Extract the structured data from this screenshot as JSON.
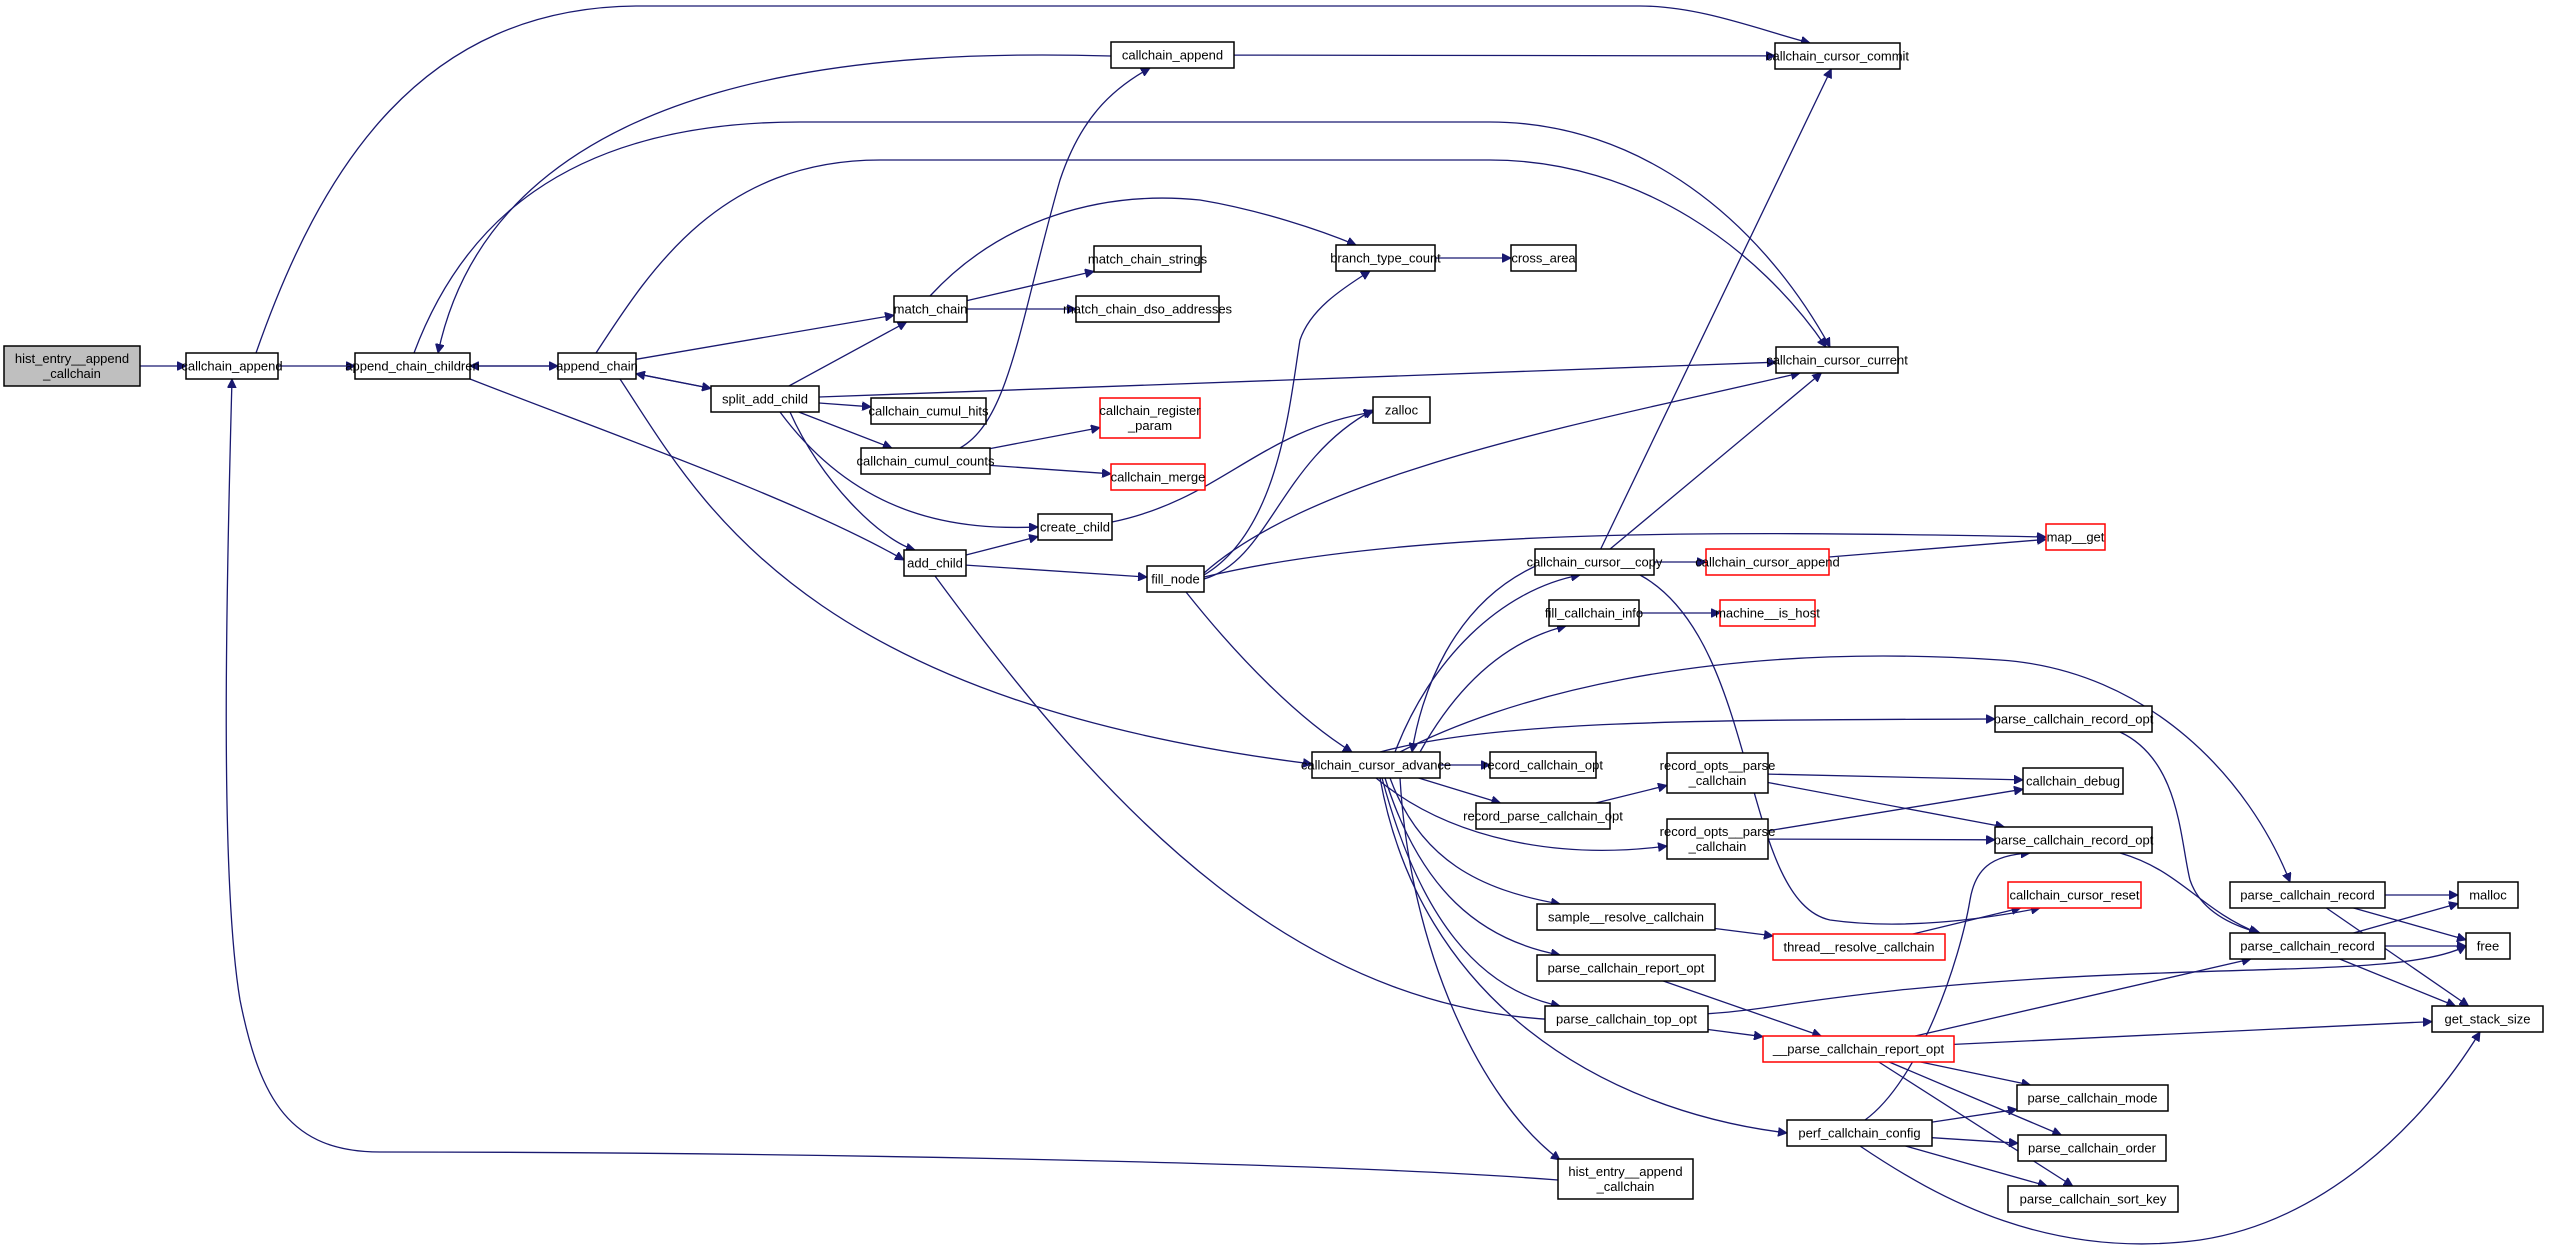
{
  "title": "hist_entry__append_callchain call graph",
  "colors": {
    "edge": "#191970",
    "root_fill": "#bfbfbf",
    "node_border": "#000000",
    "external_border": "#ff0000",
    "background": "#ffffff"
  },
  "nodes": [
    {
      "id": "root",
      "label": [
        "hist_entry__append",
        "_callchain"
      ],
      "kind": "root"
    },
    {
      "id": "callchain_append_1",
      "label": [
        "callchain_append"
      ],
      "kind": "normal"
    },
    {
      "id": "append_chain_children",
      "label": [
        "append_chain_children"
      ],
      "kind": "normal"
    },
    {
      "id": "append_chain",
      "label": [
        "append_chain"
      ],
      "kind": "normal"
    },
    {
      "id": "split_add_child",
      "label": [
        "split_add_child"
      ],
      "kind": "normal"
    },
    {
      "id": "match_chain",
      "label": [
        "match_chain"
      ],
      "kind": "normal"
    },
    {
      "id": "match_chain_strings",
      "label": [
        "match_chain_strings"
      ],
      "kind": "normal"
    },
    {
      "id": "match_chain_dso_addresses",
      "label": [
        "match_chain_dso_addresses"
      ],
      "kind": "normal"
    },
    {
      "id": "callchain_append_2",
      "label": [
        "callchain_append"
      ],
      "kind": "normal"
    },
    {
      "id": "callchain_cursor_commit",
      "label": [
        "callchain_cursor_commit"
      ],
      "kind": "normal"
    },
    {
      "id": "branch_type_count",
      "label": [
        "branch_type_count"
      ],
      "kind": "normal"
    },
    {
      "id": "cross_area",
      "label": [
        "cross_area"
      ],
      "kind": "normal"
    },
    {
      "id": "callchain_cursor_current",
      "label": [
        "callchain_cursor_current"
      ],
      "kind": "normal"
    },
    {
      "id": "zalloc",
      "label": [
        "zalloc"
      ],
      "kind": "normal"
    },
    {
      "id": "callchain_cumul_hits",
      "label": [
        "callchain_cumul_hits"
      ],
      "kind": "normal"
    },
    {
      "id": "callchain_register_param",
      "label": [
        "callchain_register",
        "_param"
      ],
      "kind": "external"
    },
    {
      "id": "callchain_cumul_counts",
      "label": [
        "callchain_cumul_counts"
      ],
      "kind": "normal"
    },
    {
      "id": "callchain_merge",
      "label": [
        "callchain_merge"
      ],
      "kind": "external"
    },
    {
      "id": "create_child",
      "label": [
        "create_child"
      ],
      "kind": "normal"
    },
    {
      "id": "add_child",
      "label": [
        "add_child"
      ],
      "kind": "normal"
    },
    {
      "id": "fill_node",
      "label": [
        "fill_node"
      ],
      "kind": "normal"
    },
    {
      "id": "map__get",
      "label": [
        "map__get"
      ],
      "kind": "external"
    },
    {
      "id": "callchain_cursor__copy",
      "label": [
        "callchain_cursor__copy"
      ],
      "kind": "normal"
    },
    {
      "id": "callchain_cursor_append",
      "label": [
        "callchain_cursor_append"
      ],
      "kind": "external"
    },
    {
      "id": "fill_callchain_info",
      "label": [
        "fill_callchain_info"
      ],
      "kind": "normal"
    },
    {
      "id": "machine__is_host",
      "label": [
        "machine__is_host"
      ],
      "kind": "external"
    },
    {
      "id": "callchain_cursor_advance",
      "label": [
        "callchain_cursor_advance"
      ],
      "kind": "normal"
    },
    {
      "id": "record_callchain_opt",
      "label": [
        "record_callchain_opt"
      ],
      "kind": "normal"
    },
    {
      "id": "record_parse_callchain_opt",
      "label": [
        "record_parse_callchain_opt"
      ],
      "kind": "normal"
    },
    {
      "id": "record_opts__parse_callchain_1",
      "label": [
        "record_opts__parse",
        "_callchain"
      ],
      "kind": "normal"
    },
    {
      "id": "record_opts__parse_callchain_2",
      "label": [
        "record_opts__parse",
        "_callchain"
      ],
      "kind": "normal"
    },
    {
      "id": "parse_callchain_record_opt_1",
      "label": [
        "parse_callchain_record_opt"
      ],
      "kind": "normal"
    },
    {
      "id": "callchain_debug",
      "label": [
        "callchain_debug"
      ],
      "kind": "normal"
    },
    {
      "id": "parse_callchain_record_opt_2",
      "label": [
        "parse_callchain_record_opt"
      ],
      "kind": "normal"
    },
    {
      "id": "callchain_cursor_reset",
      "label": [
        "callchain_cursor_reset"
      ],
      "kind": "external"
    },
    {
      "id": "parse_callchain_record_1",
      "label": [
        "parse_callchain_record"
      ],
      "kind": "normal"
    },
    {
      "id": "parse_callchain_record_2",
      "label": [
        "parse_callchain_record"
      ],
      "kind": "normal"
    },
    {
      "id": "malloc",
      "label": [
        "malloc"
      ],
      "kind": "normal"
    },
    {
      "id": "free",
      "label": [
        "free"
      ],
      "kind": "normal"
    },
    {
      "id": "get_stack_size",
      "label": [
        "get_stack_size"
      ],
      "kind": "normal"
    },
    {
      "id": "sample__resolve_callchain",
      "label": [
        "sample__resolve_callchain"
      ],
      "kind": "normal"
    },
    {
      "id": "thread__resolve_callchain",
      "label": [
        "thread__resolve_callchain"
      ],
      "kind": "external"
    },
    {
      "id": "parse_callchain_report_opt",
      "label": [
        "parse_callchain_report_opt"
      ],
      "kind": "normal"
    },
    {
      "id": "parse_callchain_top_opt",
      "label": [
        "parse_callchain_top_opt"
      ],
      "kind": "normal"
    },
    {
      "id": "__parse_callchain_report_opt",
      "label": [
        "__parse_callchain_report_opt"
      ],
      "kind": "external"
    },
    {
      "id": "parse_callchain_mode",
      "label": [
        "parse_callchain_mode"
      ],
      "kind": "normal"
    },
    {
      "id": "perf_callchain_config",
      "label": [
        "perf_callchain_config"
      ],
      "kind": "normal"
    },
    {
      "id": "parse_callchain_order",
      "label": [
        "parse_callchain_order"
      ],
      "kind": "normal"
    },
    {
      "id": "parse_callchain_sort_key",
      "label": [
        "parse_callchain_sort_key"
      ],
      "kind": "normal"
    },
    {
      "id": "hist_entry__append_callchain_2",
      "label": [
        "hist_entry__append",
        "_callchain"
      ],
      "kind": "normal"
    }
  ],
  "edges": [
    [
      "root",
      "callchain_append_1"
    ],
    [
      "callchain_append_1",
      "append_chain_children"
    ],
    [
      "callchain_append_1",
      "callchain_cursor_commit"
    ],
    [
      "append_chain_children",
      "append_chain"
    ],
    [
      "append_chain_children",
      "callchain_cursor_current"
    ],
    [
      "append_chain_children",
      "add_child"
    ],
    [
      "append_chain",
      "append_chain_children"
    ],
    [
      "append_chain",
      "match_chain"
    ],
    [
      "append_chain",
      "split_add_child"
    ],
    [
      "append_chain",
      "callchain_cursor_current"
    ],
    [
      "append_chain",
      "callchain_cursor_advance"
    ],
    [
      "split_add_child",
      "append_chain"
    ],
    [
      "split_add_child",
      "match_chain"
    ],
    [
      "split_add_child",
      "callchain_cursor_current"
    ],
    [
      "split_add_child",
      "callchain_cumul_hits"
    ],
    [
      "split_add_child",
      "callchain_cumul_counts"
    ],
    [
      "split_add_child",
      "create_child"
    ],
    [
      "split_add_child",
      "add_child"
    ],
    [
      "match_chain",
      "match_chain_strings"
    ],
    [
      "match_chain",
      "match_chain_dso_addresses"
    ],
    [
      "match_chain",
      "branch_type_count"
    ],
    [
      "callchain_cumul_counts",
      "callchain_register_param"
    ],
    [
      "callchain_cumul_counts",
      "callchain_merge"
    ],
    [
      "callchain_cumul_counts",
      "callchain_append_2"
    ],
    [
      "callchain_append_2",
      "append_chain_children"
    ],
    [
      "callchain_append_2",
      "callchain_cursor_commit"
    ],
    [
      "branch_type_count",
      "cross_area"
    ],
    [
      "create_child",
      "zalloc"
    ],
    [
      "add_child",
      "create_child"
    ],
    [
      "add_child",
      "fill_node"
    ],
    [
      "add_child",
      "free"
    ],
    [
      "fill_node",
      "zalloc"
    ],
    [
      "fill_node",
      "branch_type_count"
    ],
    [
      "fill_node",
      "callchain_cursor_current"
    ],
    [
      "fill_node",
      "map__get"
    ],
    [
      "fill_node",
      "callchain_cursor_advance"
    ],
    [
      "callchain_cursor__copy",
      "callchain_cursor_commit"
    ],
    [
      "callchain_cursor__copy",
      "callchain_cursor_current"
    ],
    [
      "callchain_cursor__copy",
      "callchain_cursor_append"
    ],
    [
      "callchain_cursor__copy",
      "callchain_cursor_advance"
    ],
    [
      "callchain_cursor__copy",
      "callchain_cursor_reset"
    ],
    [
      "callchain_cursor_append",
      "map__get"
    ],
    [
      "fill_callchain_info",
      "machine__is_host"
    ],
    [
      "callchain_cursor_advance",
      "callchain_cursor__copy"
    ],
    [
      "callchain_cursor_advance",
      "fill_callchain_info"
    ],
    [
      "callchain_cursor_advance",
      "record_callchain_opt"
    ],
    [
      "callchain_cursor_advance",
      "record_parse_callchain_opt"
    ],
    [
      "callchain_cursor_advance",
      "record_opts__parse_callchain_2"
    ],
    [
      "callchain_cursor_advance",
      "parse_callchain_record_opt_1"
    ],
    [
      "callchain_cursor_advance",
      "parse_callchain_record_1"
    ],
    [
      "callchain_cursor_advance",
      "sample__resolve_callchain"
    ],
    [
      "callchain_cursor_advance",
      "parse_callchain_report_opt"
    ],
    [
      "callchain_cursor_advance",
      "parse_callchain_top_opt"
    ],
    [
      "callchain_cursor_advance",
      "perf_callchain_config"
    ],
    [
      "callchain_cursor_advance",
      "hist_entry__append_callchain_2"
    ],
    [
      "record_parse_callchain_opt",
      "record_opts__parse_callchain_1"
    ],
    [
      "record_opts__parse_callchain_1",
      "callchain_debug"
    ],
    [
      "record_opts__parse_callchain_1",
      "parse_callchain_record_opt_2"
    ],
    [
      "record_opts__parse_callchain_2",
      "callchain_debug"
    ],
    [
      "record_opts__parse_callchain_2",
      "parse_callchain_record_opt_2"
    ],
    [
      "parse_callchain_record_opt_1",
      "parse_callchain_record_2"
    ],
    [
      "parse_callchain_record_opt_2",
      "parse_callchain_record_2"
    ],
    [
      "parse_callchain_record_1",
      "malloc"
    ],
    [
      "parse_callchain_record_1",
      "free"
    ],
    [
      "parse_callchain_record_1",
      "get_stack_size"
    ],
    [
      "parse_callchain_record_2",
      "malloc"
    ],
    [
      "parse_callchain_record_2",
      "free"
    ],
    [
      "parse_callchain_record_2",
      "get_stack_size"
    ],
    [
      "sample__resolve_callchain",
      "thread__resolve_callchain"
    ],
    [
      "thread__resolve_callchain",
      "callchain_cursor_reset"
    ],
    [
      "parse_callchain_report_opt",
      "__parse_callchain_report_opt"
    ],
    [
      "parse_callchain_top_opt",
      "__parse_callchain_report_opt"
    ],
    [
      "__parse_callchain_report_opt",
      "parse_callchain_record_2"
    ],
    [
      "__parse_callchain_report_opt",
      "get_stack_size"
    ],
    [
      "__parse_callchain_report_opt",
      "parse_callchain_mode"
    ],
    [
      "__parse_callchain_report_opt",
      "parse_callchain_order"
    ],
    [
      "__parse_callchain_report_opt",
      "parse_callchain_sort_key"
    ],
    [
      "perf_callchain_config",
      "parse_callchain_record_opt_2"
    ],
    [
      "perf_callchain_config",
      "parse_callchain_mode"
    ],
    [
      "perf_callchain_config",
      "parse_callchain_order"
    ],
    [
      "perf_callchain_config",
      "parse_callchain_sort_key"
    ],
    [
      "perf_callchain_config",
      "get_stack_size"
    ],
    [
      "hist_entry__append_callchain_2",
      "callchain_append_1"
    ]
  ]
}
